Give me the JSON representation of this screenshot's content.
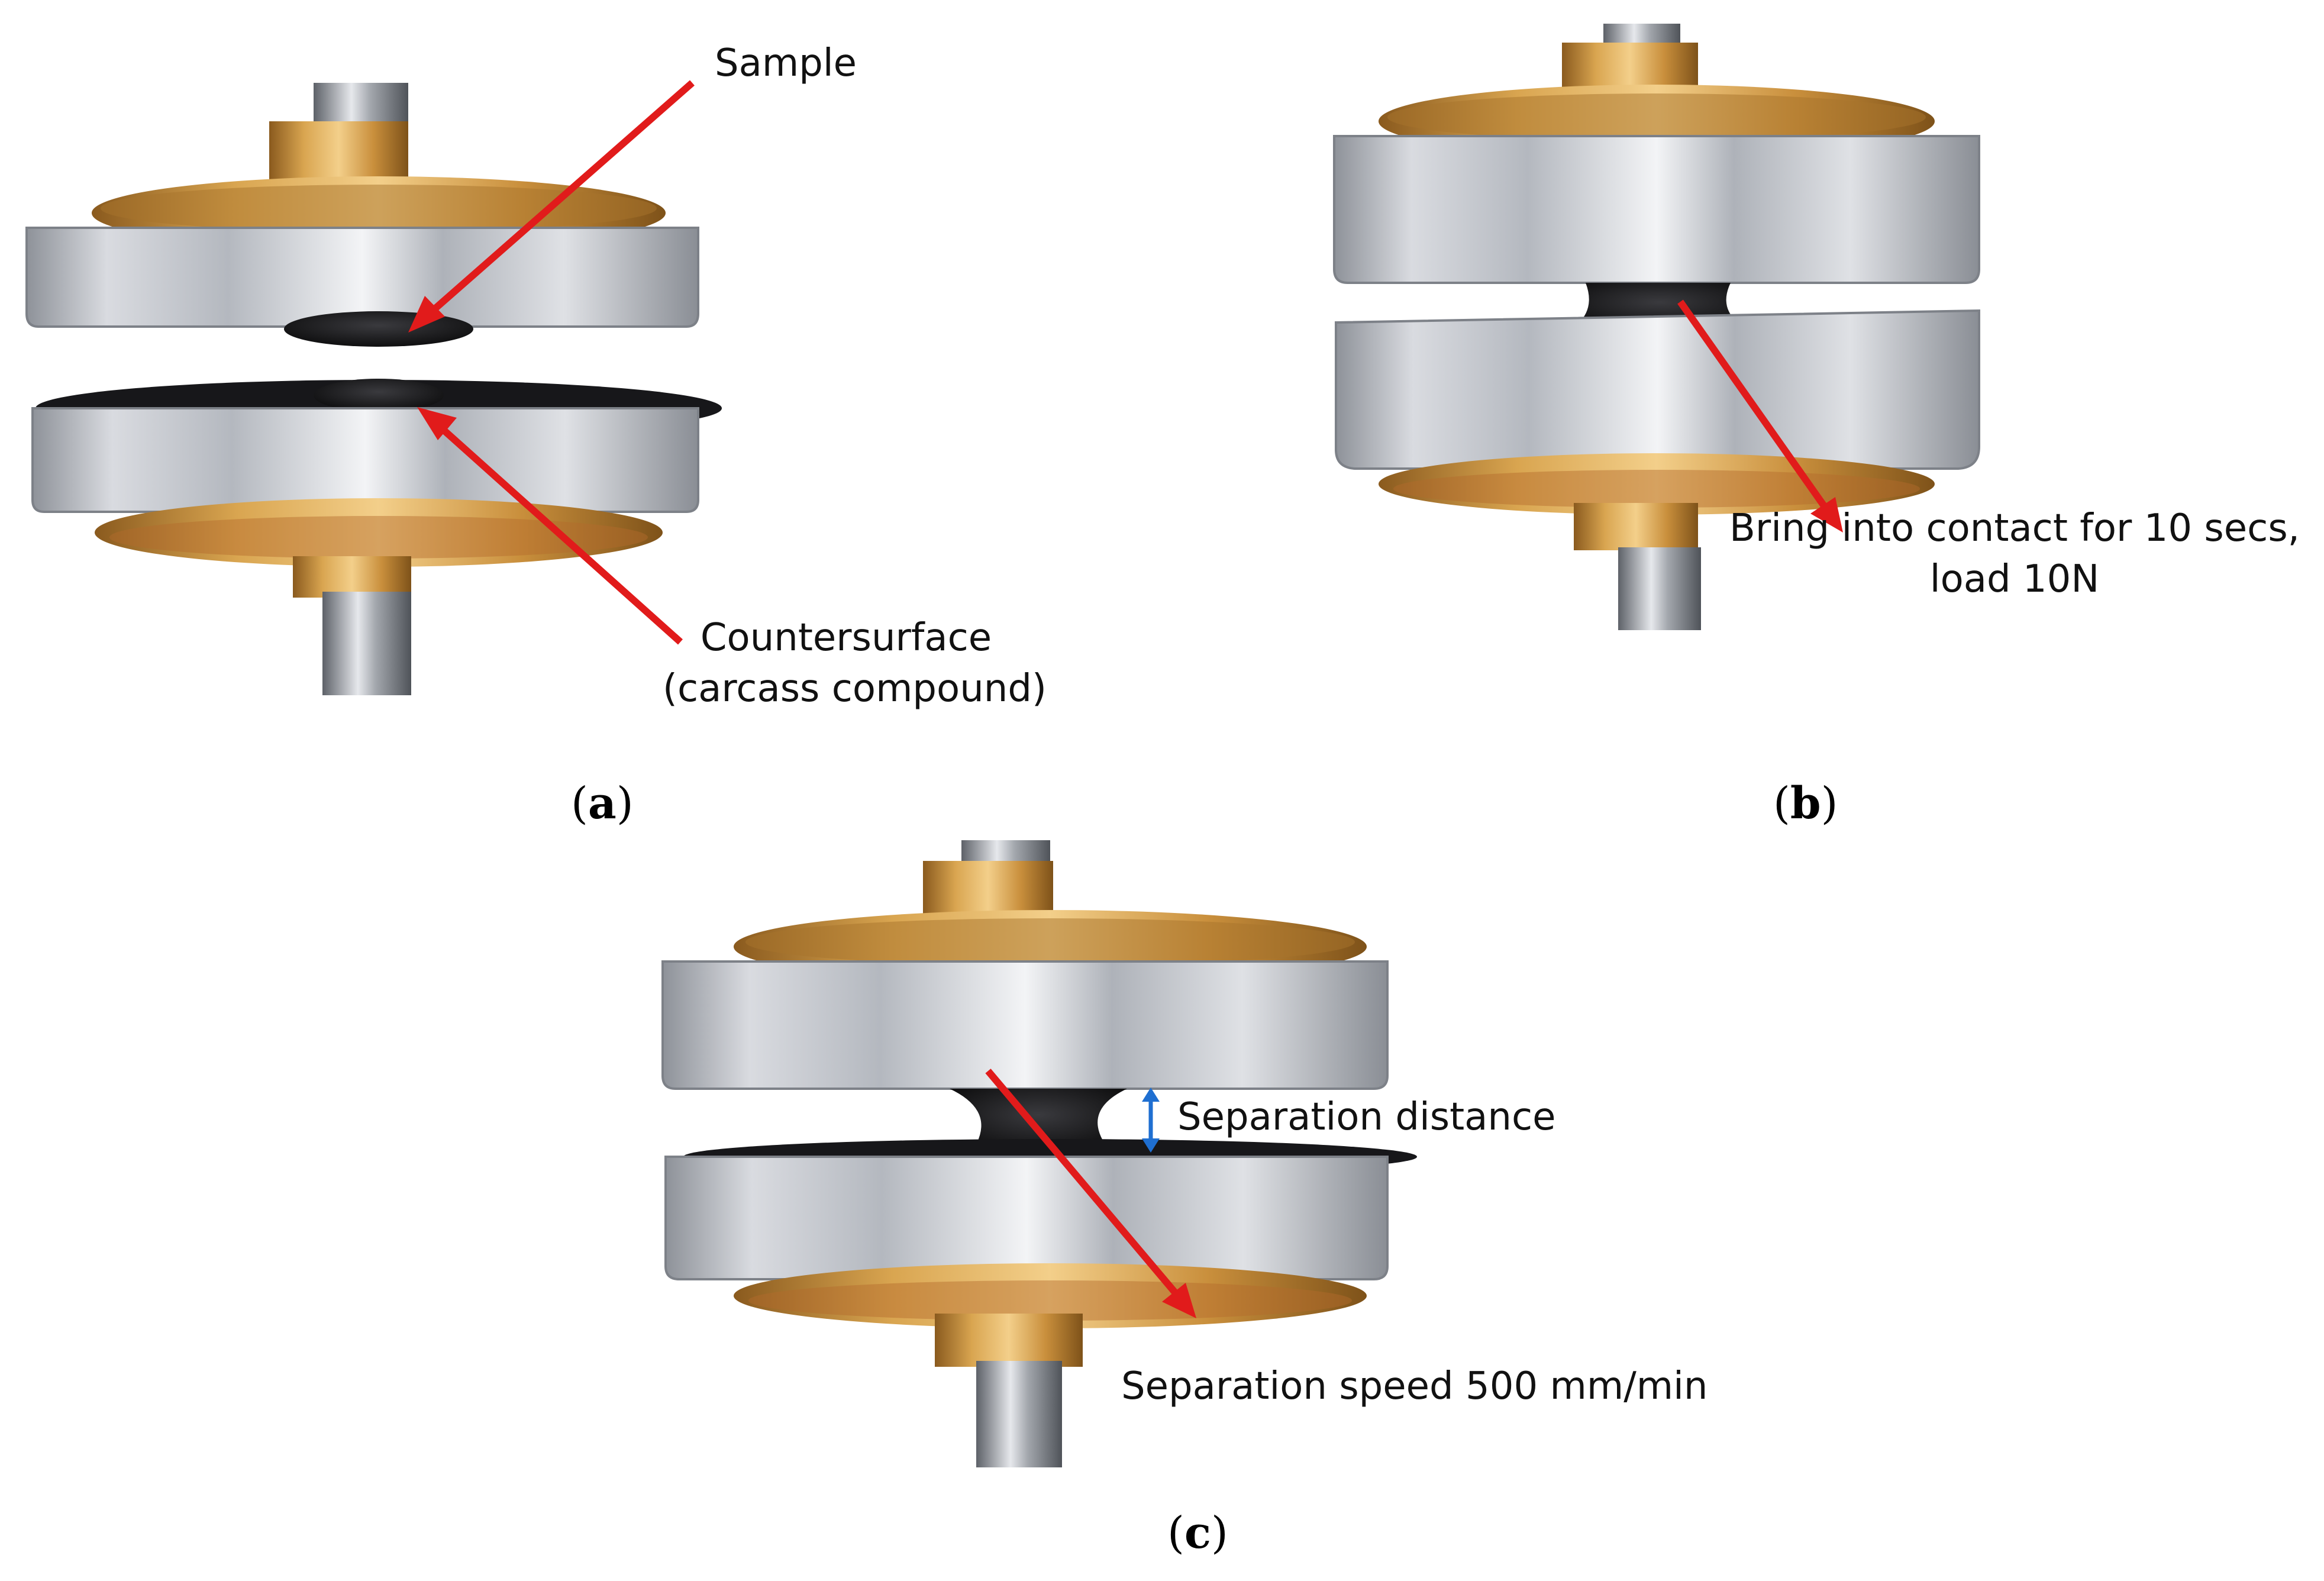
{
  "panels": [
    {
      "id": "a",
      "caption_letter": "a",
      "annotations": {
        "sample_label": "Sample",
        "countersurface_line1": "Countersurface",
        "countersurface_line2": "(carcass compound)"
      }
    },
    {
      "id": "b",
      "caption_letter": "b",
      "annotations": {
        "contact_line1": "Bring into contact for 10 secs,",
        "contact_line2": "load 10N"
      }
    },
    {
      "id": "c",
      "caption_letter": "c",
      "annotations": {
        "separation_distance": "Separation distance",
        "separation_speed": "Separation speed 500 mm/min"
      }
    }
  ],
  "colors": {
    "arrow": "#e11b1b",
    "distance_arrow": "#1f6fd1",
    "brass": "#c8913a",
    "aluminium": "#c9ccd2",
    "rubber": "#1c1c1e"
  }
}
